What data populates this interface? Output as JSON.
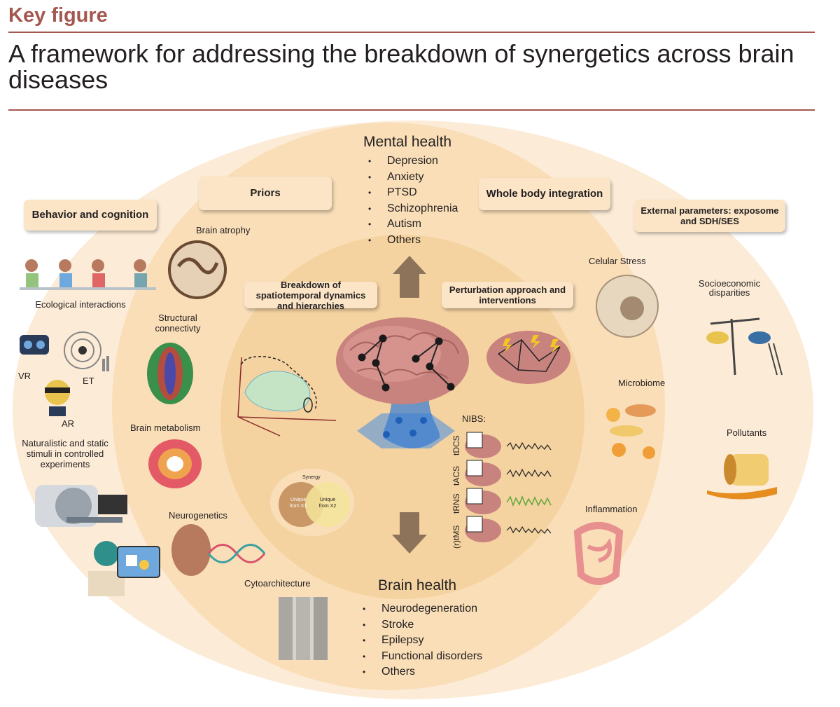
{
  "header": {
    "label": "Key figure",
    "title": "A framework for addressing the breakdown of synergetics across brain diseases"
  },
  "colors": {
    "accent": "#a4574f",
    "outer_ellipse": "#fcebd6",
    "middle_ellipse": "#f9deb8",
    "inner_circle": "#f5d3a0",
    "box_fill": "#fbe5c6",
    "arrow": "#8c7359"
  },
  "boxes": {
    "behavior": "Behavior and cognition",
    "priors": "Priors",
    "whole_body": "Whole body integration",
    "external": "External parameters: exposome  and SDH/SES",
    "breakdown": "Breakdown of spatiotemporal dynamics and hierarchies",
    "perturbation": "Perturbation approach and interventions"
  },
  "mental_health": {
    "heading": "Mental health",
    "items": [
      "Depresion",
      "Anxiety",
      "PTSD",
      "Schizophrenia",
      "Autism",
      "Others"
    ]
  },
  "brain_health": {
    "heading": "Brain health",
    "items": [
      "Neurodegeneration",
      "Stroke",
      "Epilepsy",
      "Functional disorders",
      "Others"
    ]
  },
  "left_outer": {
    "ecological": "Ecological interactions",
    "vr": "VR",
    "et": "ET",
    "ar": "AR",
    "naturalistic": "Naturalistic and static stimuli in controlled experiments"
  },
  "left_middle": {
    "atrophy": "Brain atrophy",
    "structural": "Structural connectivty",
    "metabolism": "Brain metabolism",
    "neurogenetics": "Neurogenetics",
    "cytoarchitecture": "Cytoarchitecture"
  },
  "right_middle": {
    "cellular_stress": "Celular Stress",
    "microbiome": "Microbiome",
    "inflammation": "Inflammation"
  },
  "right_outer": {
    "socioeconomic": "Socioeconomic disparities",
    "pollutants": "Pollutants"
  },
  "synergy": {
    "title": "Synergy",
    "unique_x1": "Unique from X1",
    "unique_x2": "Unique from X2"
  },
  "nibs": {
    "title": "NIBS:",
    "methods": [
      "tDCS",
      "tACS",
      "tRNS",
      "(r)tMS"
    ]
  },
  "icons": [
    "brain-network-icon",
    "brain-atrophy-icon",
    "tractography-icon",
    "metabolism-icon",
    "dna-icon",
    "cytoarchitecture-icon",
    "cell-icon",
    "bacteria-icon",
    "intestine-icon",
    "scale-icon",
    "oil-barrel-icon",
    "vr-headset-icon",
    "eye-tracking-icon",
    "ar-person-icon",
    "mri-scanner-icon",
    "monitor-person-icon",
    "people-eeg-icon",
    "arrow-up-icon",
    "arrow-down-icon"
  ]
}
